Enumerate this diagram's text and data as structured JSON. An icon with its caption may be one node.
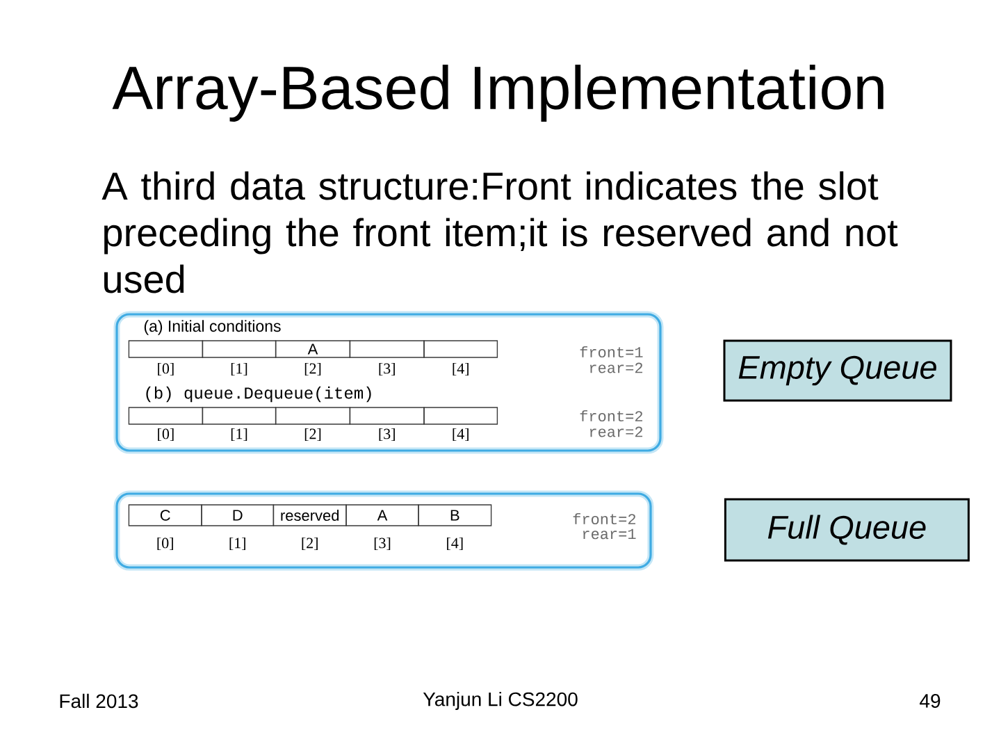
{
  "diagram": {
    "title": "Array-Based Implementation",
    "nodes": [
      {
        "text": [
          "(a) Initial conditions",
          "front=1",
          "rear=2",
          "(b) queue.Dequeue(item)",
          "front=2",
          "rear=2"
        ]
      },
      {
        "text": [],
        "shape": "box",
        "in": 0,
        "beside": [
          "[0]"
        ]
      },
      {
        "text": [],
        "shape": "box",
        "in": 0,
        "beside": [
          "[1]"
        ]
      },
      {
        "text": [
          "A"
        ],
        "in": 0,
        "beside": [
          "[2]"
        ]
      },
      {
        "text": [],
        "shape": "box",
        "in": 0,
        "beside": [
          "[3]"
        ]
      },
      {
        "text": [],
        "shape": "box",
        "in": 0,
        "beside": [
          "[4]"
        ]
      },
      {
        "text": [],
        "shape": "box",
        "in": 0,
        "beside": [
          "[0]"
        ]
      },
      {
        "text": [],
        "shape": "box",
        "in": 0,
        "beside": [
          "[1]"
        ]
      },
      {
        "text": [],
        "shape": "box",
        "in": 0,
        "beside": [
          "[2]"
        ]
      },
      {
        "text": [],
        "shape": "box",
        "in": 0,
        "beside": [
          "[3]"
        ]
      },
      {
        "text": [],
        "shape": "box",
        "in": 0,
        "beside": [
          "[4]"
        ]
      },
      {
        "text": [
          "Empty Queue"
        ]
      },
      {
        "text": [
          "front=2",
          "rear=1"
        ]
      },
      {
        "text": [
          "C"
        ],
        "in": 12,
        "beside": [
          "[0]"
        ]
      },
      {
        "text": [
          "D"
        ],
        "in": 12,
        "beside": [
          "[1]"
        ]
      },
      {
        "text": [
          "reserved"
        ],
        "in": 12,
        "beside": [
          "[2]"
        ]
      },
      {
        "text": [
          "A"
        ],
        "in": 12,
        "beside": [
          "[3]"
        ]
      },
      {
        "text": [
          "B"
        ],
        "in": 12,
        "beside": [
          "[4]"
        ]
      },
      {
        "text": [
          "Full Queue"
        ]
      }
    ],
    "labels": [
      "A third data structure:Front indicates the slot preceding the front item;it is reserved and not used",
      "Fall 2013",
      "Yanjun Li CS2200",
      "49"
    ]
  }
}
